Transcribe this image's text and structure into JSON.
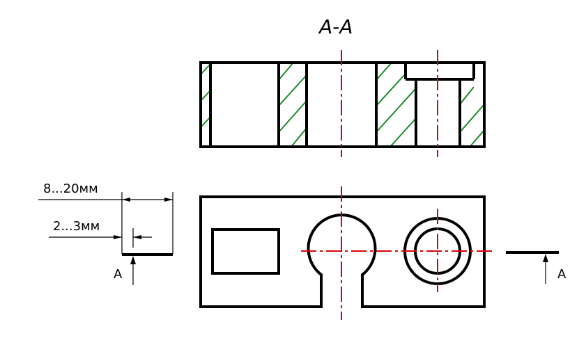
{
  "title": "A-A",
  "dim_outer": "8...20мм",
  "dim_inner": "2...3мм",
  "cut_left_label": "A",
  "cut_right_label": "A",
  "colors": {
    "outline": "#000000",
    "hatch": "#1a8a2a",
    "centerline": "#e00000"
  }
}
